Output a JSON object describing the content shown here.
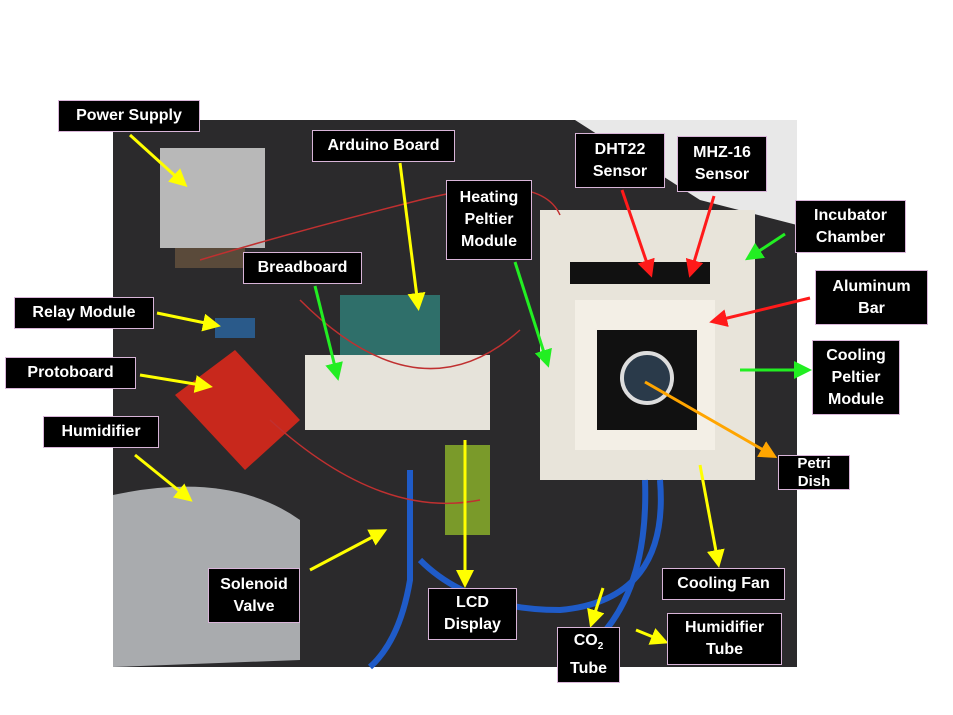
{
  "labels": {
    "power_supply": "Power Supply",
    "arduino_board": "Arduino Board",
    "dht22_sensor": "DHT22\nSensor",
    "mhz16_sensor": "MHZ-16\nSensor",
    "heating_peltier": "Heating\nPeltier\nModule",
    "incubator_chamber": "Incubator\nChamber",
    "breadboard": "Breadboard",
    "aluminum_bar": "Aluminum\nBar",
    "relay_module": "Relay Module",
    "cooling_peltier": "Cooling\nPeltier\nModule",
    "protoboard": "Protoboard",
    "humidifier": "Humidifier",
    "petri_dish": "Petri\nDish",
    "solenoid_valve": "Solenoid\nValve",
    "cooling_fan": "Cooling Fan",
    "lcd_display": "LCD\nDisplay",
    "co2_tube_main": "CO",
    "co2_tube_sub": "2",
    "co2_tube_rest": "Tube",
    "humidifier_tube": "Humidifier\nTube"
  },
  "colors": {
    "yellow": "#ffff00",
    "red": "#ff1a1a",
    "green": "#22ee22",
    "orange": "#ffa500"
  }
}
